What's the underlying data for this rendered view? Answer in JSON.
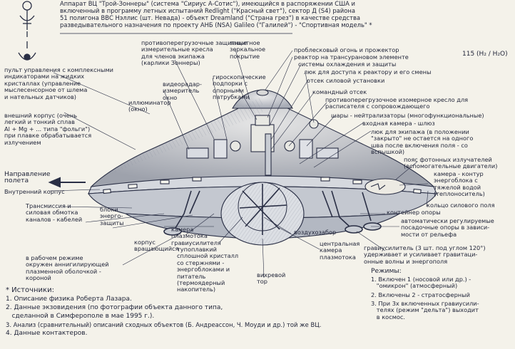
{
  "header": {
    "lines": [
      "Аппарат ВЦ \"Трой-Зоннеры\" (система \"Сириус А-Сотис\"), имеющийся в распоряжении США и",
      "включенный в программу летных испытаний Redlight (\"Красный свет\"), сектор Д (S4) района",
      "51 полигона ВВС Нэллис (шт. Невада) - объект Dreamland (\"Страна грез\") в качестве средства",
      "разведывательного назначения по проекту АНБ (NSA) Galileo (\"Галилей\") - \"Спортивная модель\" *"
    ]
  },
  "formula": "115 (H₂ / H₂O)",
  "labels_left": [
    "пульт управления с комплексными\nиндикаторами на жидких\nкристаллах (управление\nмыслесенсорное от шлема\nи нательных датчиков)",
    "внешний корпус (очень\nлегкий и тонкий сплав\nAl + Mg + ... типа \"фольги\")\nпри плавке обрабатывается\nизлучением",
    "Направление\nполета",
    "Внутренний корпус",
    "Трансмиссия и\nсиловая обмотка\nканалов - кабелей",
    "блоки\nэнерго-\nзащиты",
    "корпус\nвращающийся",
    "в рабочем режиме\nокружен аннигилирующей\nплазменной оболочкой -\nкороной"
  ],
  "labels_top": [
    "противоперегрузочные защитные\nизмерительные кресла\nдля членов экипажа\n(карлики Зоннеры)",
    "защитное\nзеркальное\nпокрытие",
    "видеорадар-\nизмеритель\nокно",
    "гироскопические\nподпорки с\nопорными\nпатрубками",
    "иллюминатор\n(окно)"
  ],
  "labels_right": [
    "проблесковый огонь и прожектор",
    "реактор на трансурановом элементе",
    "системы охлаждения и защиты",
    "люк для доступа к реактору и его смены",
    "отсек силовой установки",
    "командный отсек",
    "противоперегрузочное изомерное кресло для\nрасписателя с сопровождающего",
    "шары - нейтрализаторы (многофункциональные)",
    "входная камера - шлюз",
    "люк для экипажа (в положении\n\"закрыто\" не остается на одного\nшва после включения поля - со\nвспышкой)",
    "пояс фотонных излучателей\n(вспомогательные двигатели)",
    "камера - контур\nэнергоблока с\nтяжелой водой\n(теплоноситель)",
    "кольцо силового поля",
    "контейнер опоры",
    "автоматически регулируемые\nпосадочные опоры в зависи-\nмости от рельефа"
  ],
  "labels_bottom": [
    "камера\nплазмотока\nгравиусилителя",
    "тупоплавкий\nсплошной кристалл\nсо стержнями -\nэнергоблоками и\nпитатель\n(термоядерный\nнакопитель)",
    "воздухозабор",
    "центральная\nкамера\nплазмотока",
    "вихревой\nтор",
    "гравиусилитель (3 шт. под углом 120°)\nудерживает и усиливает гравитаци-\nонные волны и энергополя",
    "Режимы:",
    "1. Включен 1 (носовой или др.) -\n   \"омикрон\" (атмосферный)",
    "2. Включены 2 - стратосферный",
    "3. При 3х включенных гравиусили-\n   телях (режим \"дельта\") выходит\n   в космос."
  ],
  "sources": {
    "title": "* Источники:",
    "items": [
      "1. Описание физика Роберта Лазара.",
      "2. Данные экзовидения (по фотографии объекта данного типа,",
      "   сделанной в Симферополе в мае 1995 г.).",
      "3. Анализ (сравнительный) описаний сходных объектов (Б. Андреассон, Ч. Моуди и др.) той же ВЦ.",
      "4. Данные контактеров."
    ]
  },
  "colors": {
    "ink": "#2a2f45",
    "paper": "#f4f2ea",
    "shade": "#9aa0ad"
  }
}
